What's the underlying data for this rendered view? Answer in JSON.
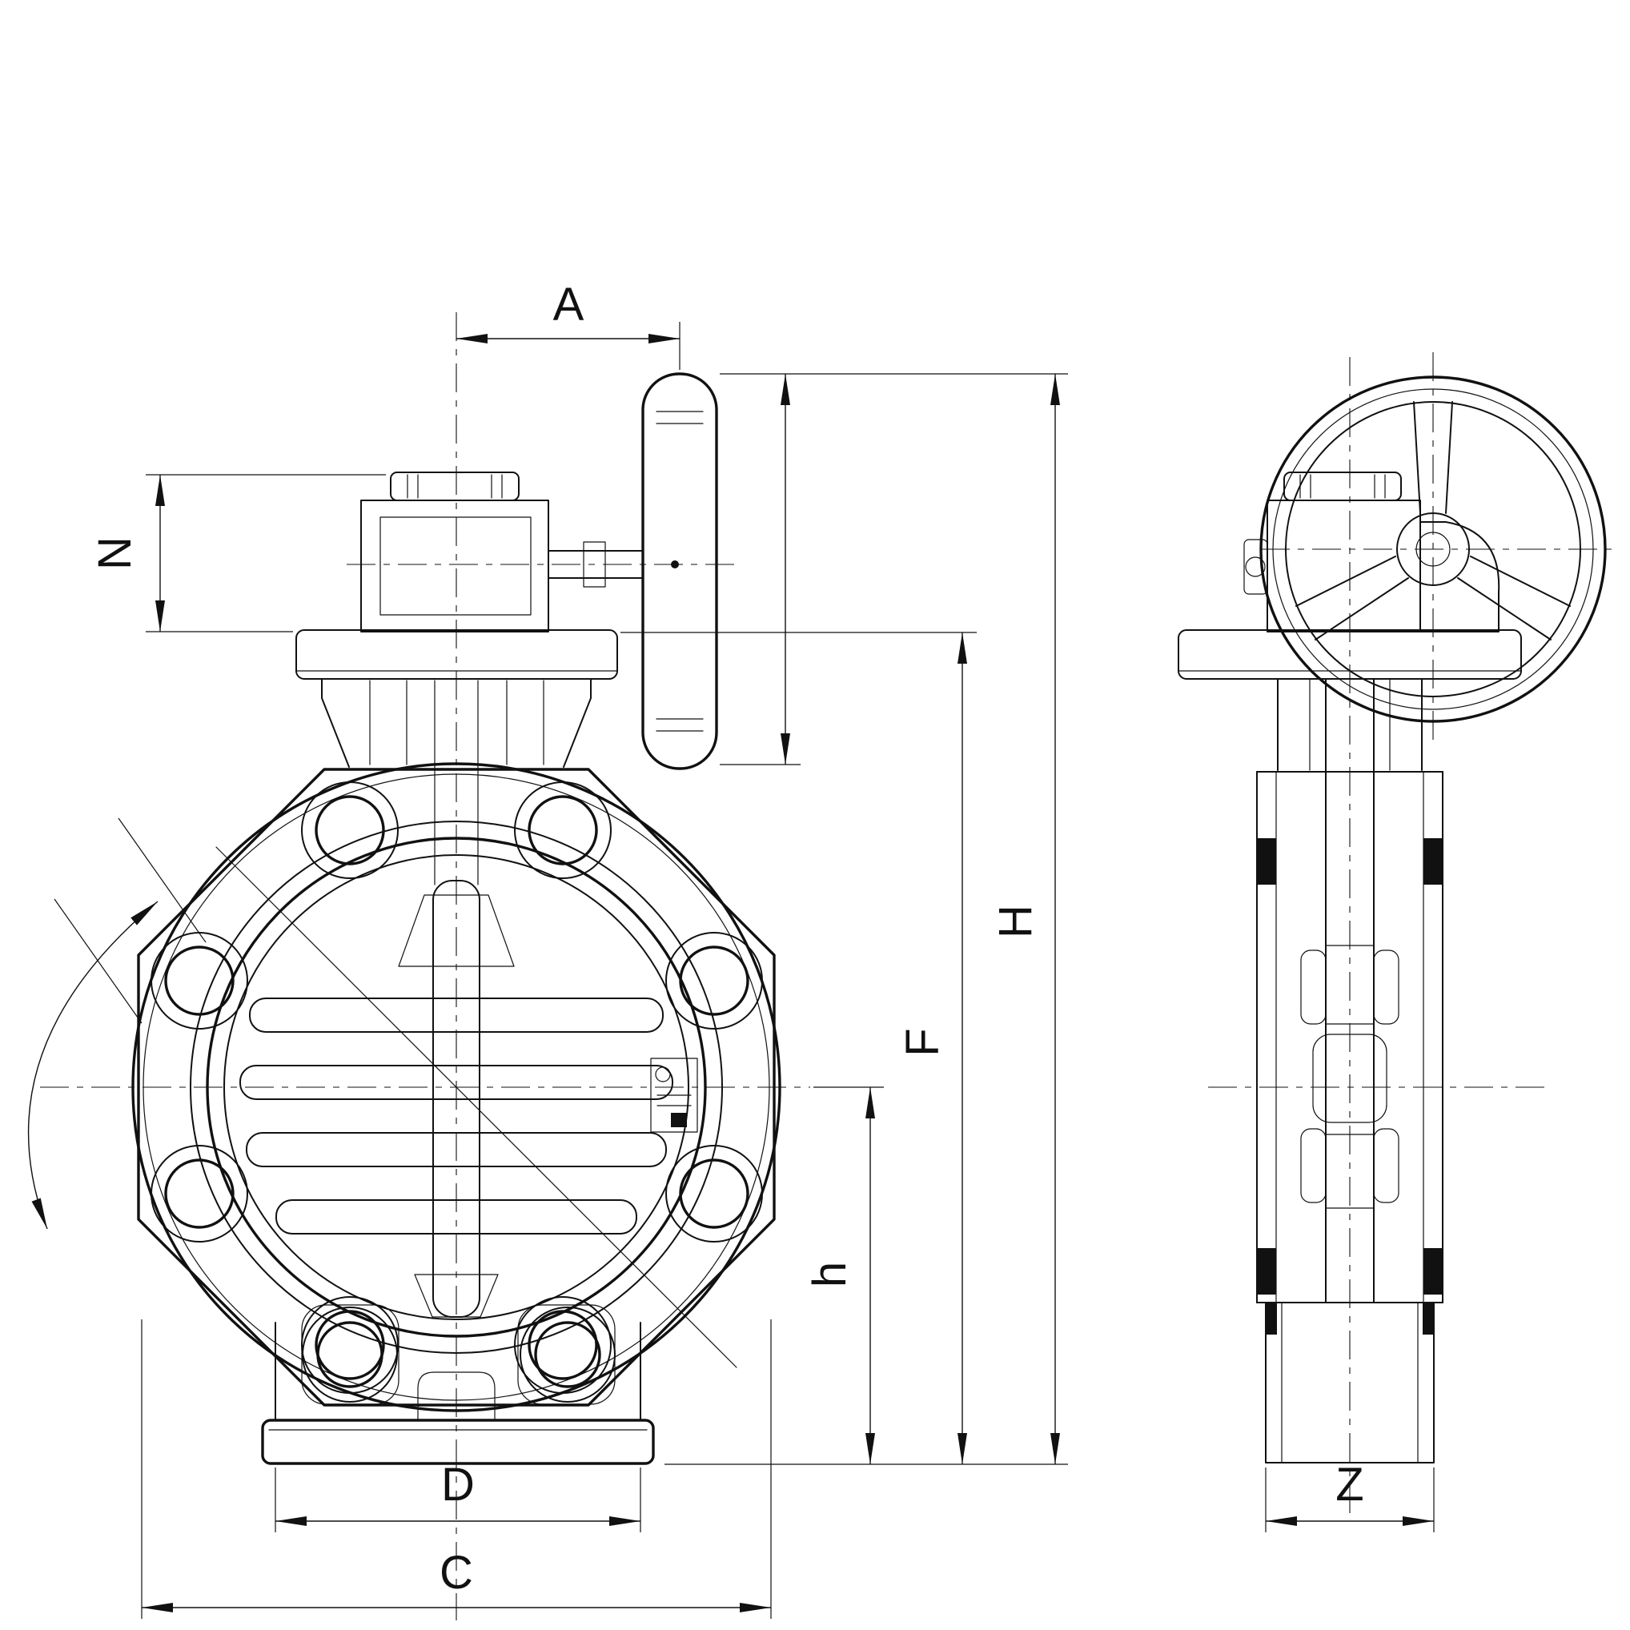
{
  "colors": {
    "line": "#111111",
    "background": "#ffffff"
  },
  "dims": {
    "A": "A",
    "N": "N",
    "H": "H",
    "F": "F",
    "h": "h",
    "D": "D",
    "C": "C",
    "Z": "Z"
  }
}
